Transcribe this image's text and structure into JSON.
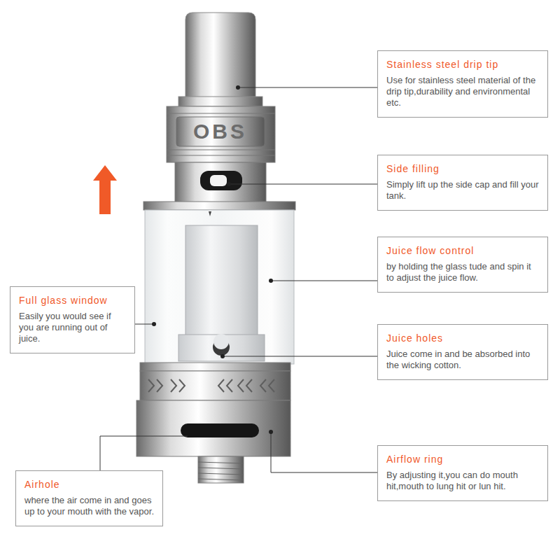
{
  "diagram": {
    "nodes": [
      {
        "text": [
          "Stainless steel drip tip",
          "Use for stainless steel material of the drip tip,durability and environmental etc."
        ]
      },
      {
        "text": [
          "Side filling",
          "Simply lift up the side cap and fill your tank."
        ]
      },
      {
        "text": [
          "Juice flow control",
          "by holding the glass tude and spin it to adjust the juice flow."
        ]
      },
      {
        "text": [
          "Full glass window",
          "Easily you would see if you are running out of juice."
        ]
      },
      {
        "text": [
          "Juice holes",
          "Juice come in and be absorbed into the wicking cotton."
        ]
      },
      {
        "text": [
          "Airflow ring",
          "By adjusting it,you can do mouth hit,mouth to lung hit or lun hit."
        ]
      },
      {
        "text": [
          "Airhole",
          "where the air come in and goes up to your mouth with the vapor."
        ]
      }
    ],
    "labels": [
      "OBS"
    ]
  }
}
